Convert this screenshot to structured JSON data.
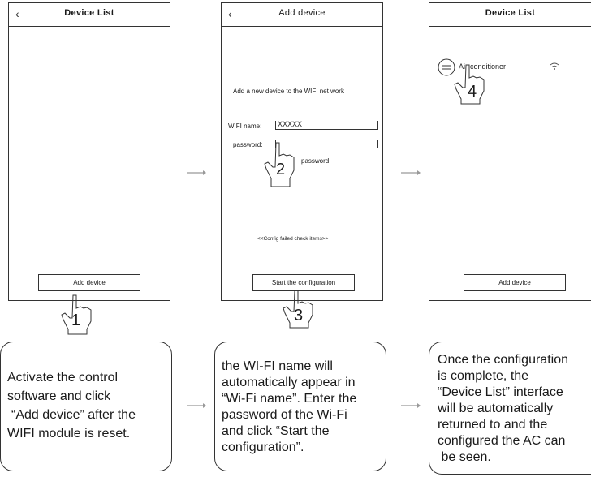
{
  "screens": [
    {
      "title": "Device List",
      "button": "Add device",
      "step": "1"
    },
    {
      "title": "Add device",
      "prompt": "Add a new device to the WIFI net work",
      "wifi_label": "WIFI name:",
      "wifi_value": "XXXXX",
      "password_label": "password:",
      "show_password": "password",
      "config_failed": "<<Config failed check items>>",
      "button": "Start the configuration",
      "step": "2",
      "step_button": "3"
    },
    {
      "title": "Device List",
      "device_name": "Air-conditioner",
      "button": "Add device",
      "step": "4"
    }
  ],
  "captions": [
    {
      "lines": [
        "Activate the control",
        "software and click",
        "“Add device” after the",
        "WIFI module is reset."
      ]
    },
    {
      "lines": [
        "the WI-FI name will",
        "automatically appear in",
        "“Wi-Fi name”. Enter the",
        "password of the Wi-Fi",
        "and click “Start the",
        "configuration”."
      ]
    },
    {
      "lines": [
        "Once the configuration",
        "is complete, the",
        "“Device List” interface",
        "will be automatically",
        "returned to and the",
        "configured the AC can",
        " be seen."
      ]
    }
  ],
  "icons": {
    "back": "chevron-left-icon",
    "arrow": "right-arrow-icon",
    "hand": "pointing-hand-icon",
    "wifi": "wifi-signal-icon",
    "device": "air-conditioner-icon"
  }
}
